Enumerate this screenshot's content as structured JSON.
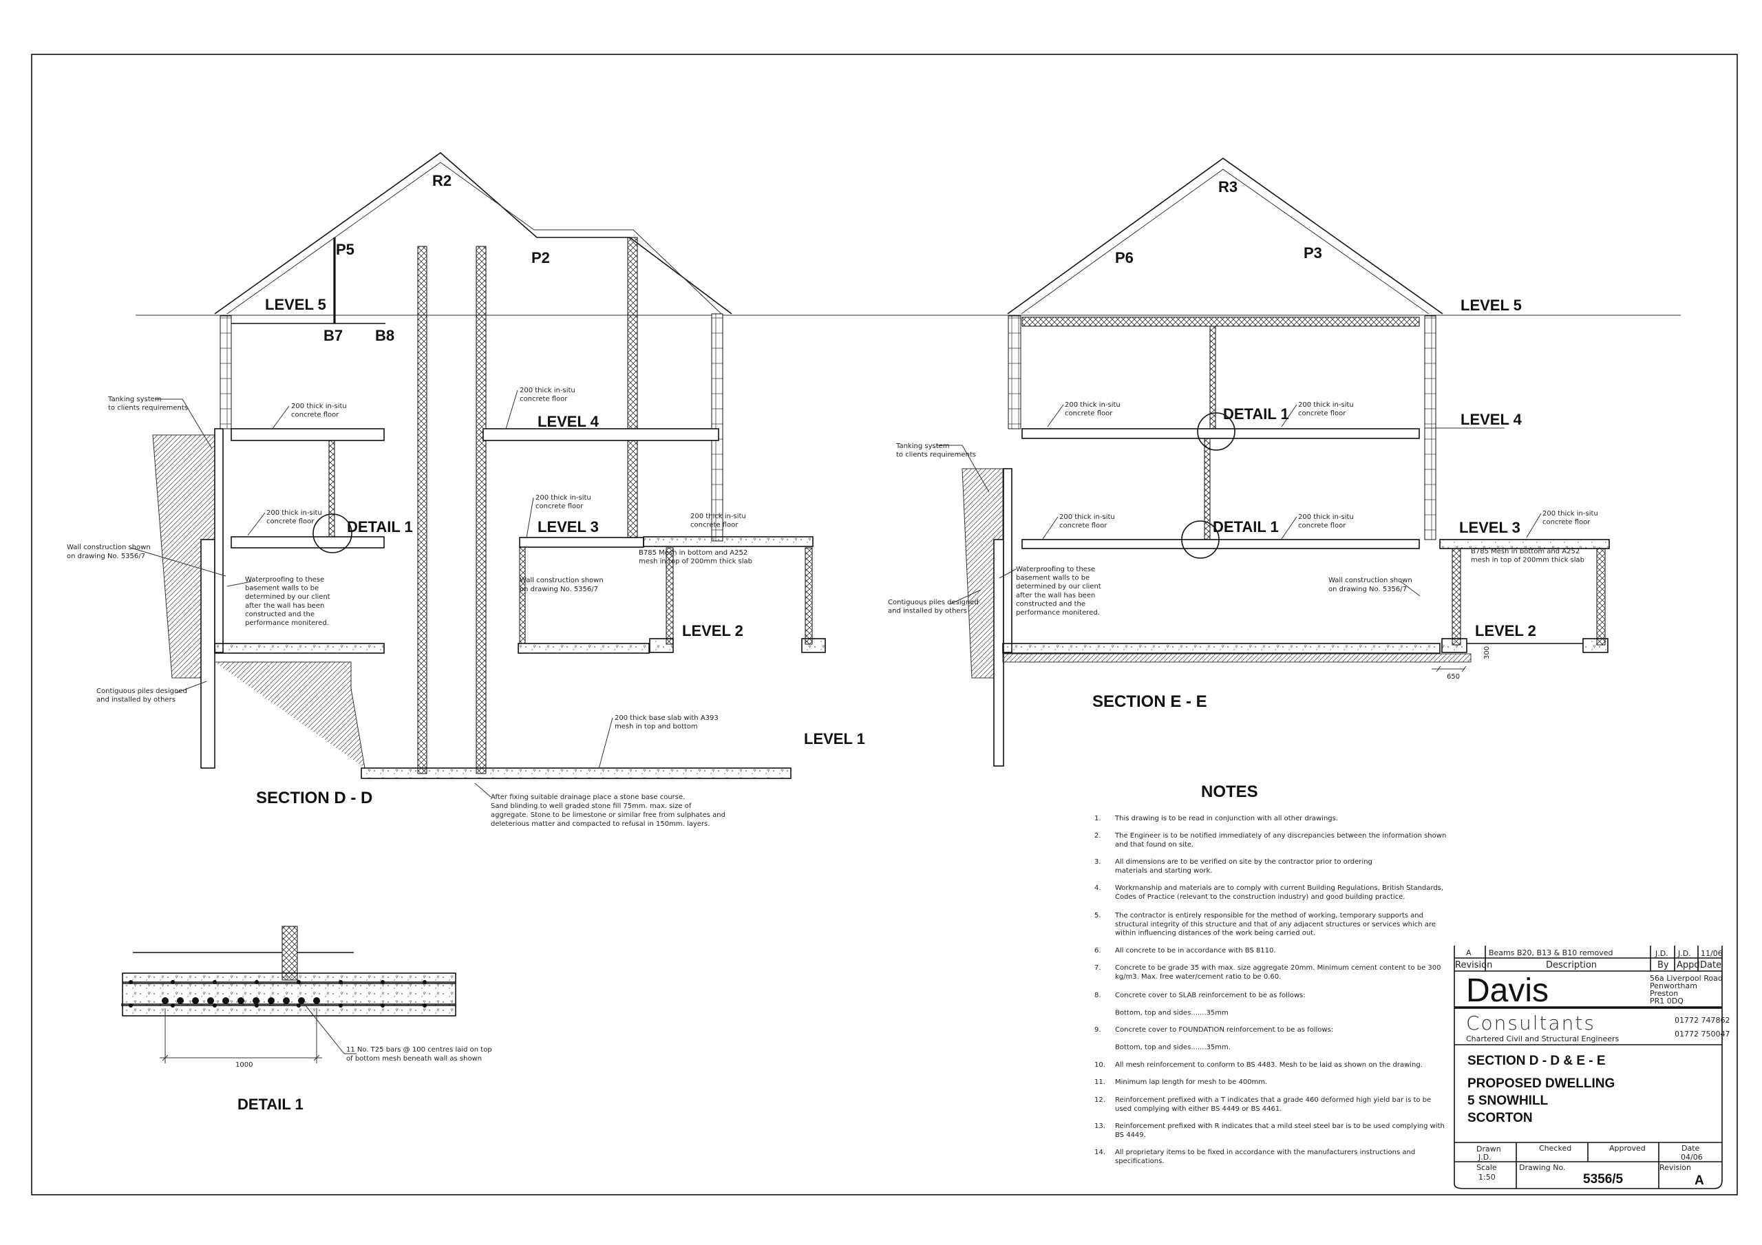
{
  "section_dd": {
    "title": "SECTION D - D",
    "levels": {
      "l1": "LEVEL 1",
      "l2": "LEVEL 2",
      "l3": "LEVEL 3",
      "l4": "LEVEL 4",
      "l5": "LEVEL 5"
    },
    "marks": {
      "r2": "R2",
      "p5": "P5",
      "p2": "P2",
      "b7": "B7",
      "b8": "B8"
    },
    "detail_ref": "DETAIL 1",
    "annotations": {
      "tanking": [
        "Tanking system",
        "to clients requirements"
      ],
      "floor_l4_left": [
        "200 thick in-situ",
        "concrete floor"
      ],
      "floor_l3_left": [
        "200 thick in-situ",
        "concrete floor"
      ],
      "floor_l4_mid": [
        "200 thick in-situ",
        "concrete floor"
      ],
      "floor_l3_mid": [
        "200 thick in-situ",
        "concrete floor"
      ],
      "floor_l3_right": [
        "200 thick in-situ",
        "concrete floor"
      ],
      "wall_left": [
        "Wall construction shown",
        "on drawing No. 5356/7"
      ],
      "wall_mid": [
        "Wall construction shown",
        "on drawing No. 5356/7"
      ],
      "waterproofing": [
        "Waterproofing to these",
        "basement  walls to be",
        "determined by our client",
        "after the wall has been",
        "constructed and the",
        "performance monitered."
      ],
      "piles": [
        "Contiguous piles designed",
        "and installed by others"
      ],
      "mesh": [
        "B785 Mesh in bottom and A252",
        "mesh in top of 200mm thick slab"
      ],
      "base_slab": [
        "200 thick base slab with A393",
        "mesh in top and bottom"
      ],
      "drainage": [
        "After fixing suitable drainage place a stone base course.",
        "Sand blinding to well graded stone fill 75mm. max. size of",
        "aggregate. Stone to be limestone or similar free from sulphates and",
        "deleterious matter and compacted to refusal in 150mm. layers."
      ]
    }
  },
  "section_ee": {
    "title": "SECTION E - E",
    "levels": {
      "l2": "LEVEL 2",
      "l3": "LEVEL 3",
      "l4": "LEVEL 4",
      "l5": "LEVEL 5"
    },
    "marks": {
      "r3": "R3",
      "p6": "P6",
      "p3": "P3"
    },
    "detail_ref": "DETAIL 1",
    "annotations": {
      "tanking": [
        "Tanking system",
        "to clients requirements"
      ],
      "floor_l4_left": [
        "200 thick in-situ",
        "concrete floor"
      ],
      "floor_l3_left": [
        "200 thick in-situ",
        "concrete floor"
      ],
      "floor_l4_right": [
        "200 thick in-situ",
        "concrete floor"
      ],
      "floor_l3_right": [
        "200 thick in-situ",
        "concrete floor"
      ],
      "floor_ext": [
        "200 thick in-situ",
        "concrete floor"
      ],
      "waterproofing": [
        "Waterproofing to these",
        "basement  walls to be",
        "determined by our client",
        "after the wall has been",
        "constructed and the",
        "performance monitered."
      ],
      "piles": [
        "Contiguous piles designed",
        "and installed by others"
      ],
      "wall": [
        "Wall construction shown",
        "on drawing No. 5356/7"
      ],
      "mesh": [
        "B785 Mesh in bottom and A252",
        "mesh in top of 200mm thick slab"
      ],
      "dim_650": "650",
      "dim_300": "300"
    }
  },
  "detail1": {
    "title": "DETAIL 1",
    "dimension": "1000",
    "annotation": [
      "11 No. T25 bars @ 100 centres laid on top",
      "of bottom mesh beneath wall as shown"
    ]
  },
  "notes": {
    "title": "NOTES",
    "items": [
      {
        "num": "1.",
        "lines": [
          "This drawing is to be read in conjunction with all other drawings."
        ]
      },
      {
        "num": "2.",
        "lines": [
          "The Engineer is to be notified immediately of any discrepancies between the information shown",
          "and that found on site."
        ]
      },
      {
        "num": "3.",
        "lines": [
          "All dimensions are to be verified on site by the contractor prior to ordering",
          "materials and starting work."
        ]
      },
      {
        "num": "4.",
        "lines": [
          "Workmanship and materials are to comply with current Building Regulations, British Standards,",
          "Codes of Practice (relevant to the construction industry) and good building practice."
        ]
      },
      {
        "num": "5.",
        "lines": [
          "The contractor is entirely responsible for the method of working, temporary supports and",
          "structural integrity of this structure and that of any adjacent structures or services which are",
          "within influencing distances of the work being carried out."
        ]
      },
      {
        "num": "6.",
        "lines": [
          "All concrete to be in accordance with BS 8110."
        ]
      },
      {
        "num": "7.",
        "lines": [
          "Concrete to be grade 35 with max. size aggregate 20mm. Minimum cement content to be 300",
          "kg/m3. Max. free water/cement ratio to be 0.60."
        ]
      },
      {
        "num": "8.",
        "lines": [
          "Concrete cover to SLAB reinforcement to be as follows:",
          "",
          "Bottom, top and sides.......35mm"
        ]
      },
      {
        "num": "9.",
        "lines": [
          "Concrete cover to FOUNDATION reinforcement to be as follows:",
          "",
          "Bottom, top and sides.......35mm."
        ]
      },
      {
        "num": "10.",
        "lines": [
          "All mesh reinforcement to conform to BS 4483. Mesh to be laid as shown on the drawing."
        ]
      },
      {
        "num": "11.",
        "lines": [
          "Minimum lap length for mesh to be 400mm."
        ]
      },
      {
        "num": "12.",
        "lines": [
          "Reinforcement prefixed with a T indicates that a grade 460 deformed high yield bar is to be",
          "used complying with either BS 4449 or BS 4461."
        ]
      },
      {
        "num": "13.",
        "lines": [
          "Reinforcement prefixed with R indicates that a mild steel steel bar is to be used complying with",
          "BS 4449."
        ]
      },
      {
        "num": "14.",
        "lines": [
          "All proprietary items to be fixed in accordance with the manufacturers instructions and",
          "specifications."
        ]
      }
    ]
  },
  "title_block": {
    "revision_row": {
      "rev": "A",
      "description": "Beams B20, B13 & B10 removed",
      "by": "J.D.",
      "appd": "J.D.",
      "date": "11/06"
    },
    "headers": {
      "revision": "Revision",
      "description": "Description",
      "by": "By",
      "appd": "Appd.",
      "date": "Date"
    },
    "company": "Davis",
    "company_sub": "Consultants",
    "tagline": "Chartered Civil and Structural Engineers",
    "address": [
      "56a Liverpool Road",
      "Penwortham",
      "Preston",
      "PR1 0DQ"
    ],
    "phones": [
      "01772 747862",
      "01772 750047"
    ],
    "drawing_title": [
      "SECTION D - D & E - E",
      "PROPOSED DWELLING",
      "5 SNOWHILL",
      "SCORTON"
    ],
    "drawn_label": "Drawn",
    "drawn": "J.D.",
    "checked_label": "Checked",
    "approved_label": "Approved",
    "date_label": "Date",
    "date": "04/06",
    "scale_label": "Scale",
    "scale": "1:50",
    "drawing_no_label": "Drawing No.",
    "drawing_no": "5356/5",
    "revision_label": "Revision",
    "revision": "A"
  }
}
